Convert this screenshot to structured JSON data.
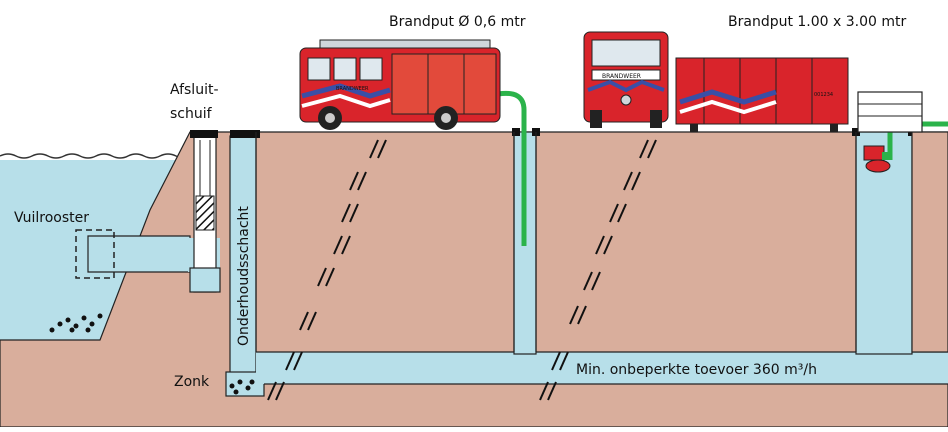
{
  "labels": {
    "brandput_round": "Brandput Ø 0,6 mtr",
    "brandput_rect": "Brandput 1.00 x 3.00 mtr",
    "afsluit_line1": "Afsluit-",
    "afsluit_line2": "schuif",
    "vuilrooster": "Vuilrooster",
    "onderhoudsschacht": "Onderhoudsschacht",
    "zonk": "Zonk",
    "toevoer": "Min. onbeperkte toevoer 360 m³/h"
  },
  "vehicles": {
    "truck_side_logo": "BRANDWEER",
    "truck_front_logo": "BRANDWEER",
    "pump_unit_id": "001234"
  },
  "colors": {
    "water": "#b7dfe9",
    "soil": "#d9ae9c",
    "hose": "#2bb34a",
    "fire_red": "#d9242b",
    "stripe_blue": "#3a4fa6",
    "outline": "#222222"
  }
}
